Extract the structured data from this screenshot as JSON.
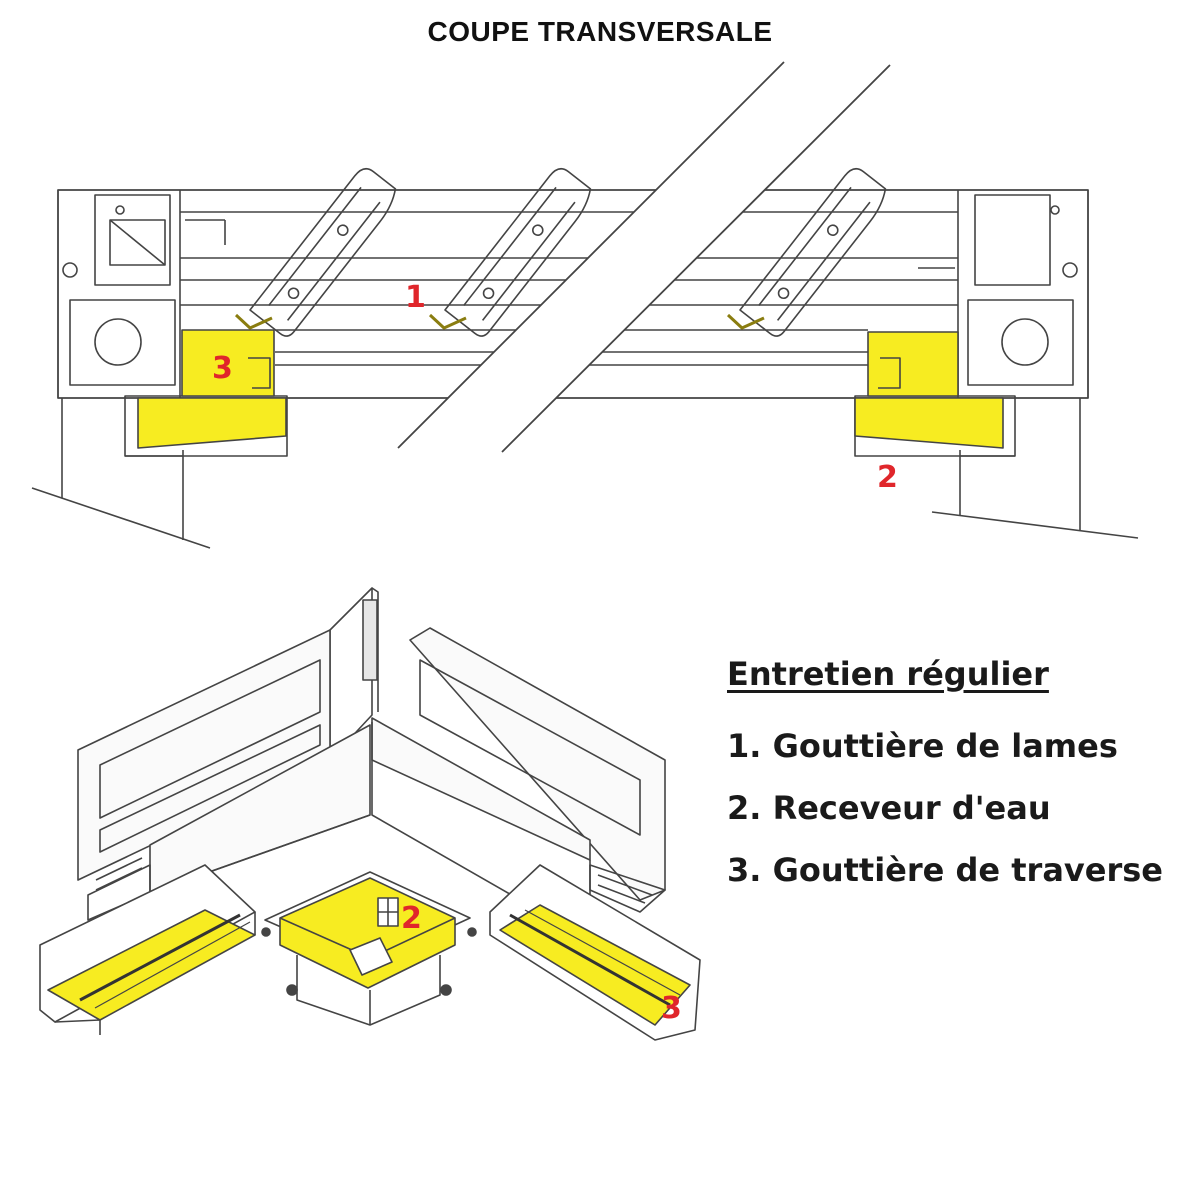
{
  "title": "COUPE TRANSVERSALE",
  "legend": {
    "heading": "Entretien régulier",
    "items": [
      "1. Gouttière de lames",
      "2. Receveur d'eau",
      "3. Gouttière de traverse"
    ]
  },
  "callouts": {
    "top": [
      "1",
      "2",
      "3"
    ],
    "bottom": [
      "2",
      "3"
    ]
  },
  "colors": {
    "highlight": "#f7ec21",
    "callout": "#e0262b",
    "line": "#444444"
  }
}
